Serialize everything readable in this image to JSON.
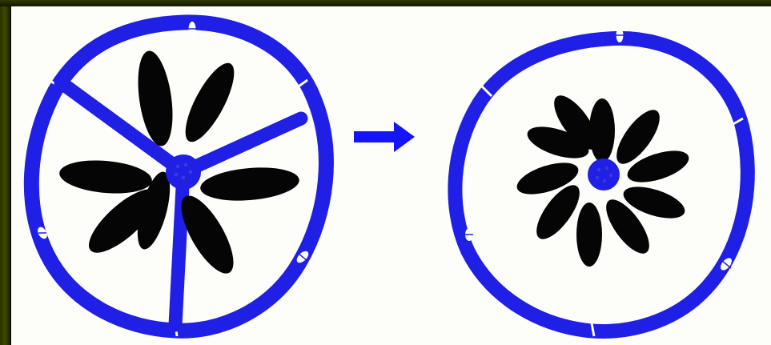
{
  "figure": {
    "colors": {
      "ring": "#1f1fe6",
      "petal": "#050505",
      "pore": "#ffffff",
      "background": "#fdfdf9",
      "arrow": "#1414ff",
      "frame_accent": "#3d4a00"
    },
    "panels": [
      {
        "id": "before",
        "septa_count": 3,
        "locule_count": 3,
        "petal_count": 7,
        "pore_count": 3
      },
      {
        "id": "after",
        "septa_count": 0,
        "locule_count": 1,
        "petal_count": 10,
        "pore_count": 3
      }
    ],
    "arrow_icon": "right-arrow-icon"
  }
}
